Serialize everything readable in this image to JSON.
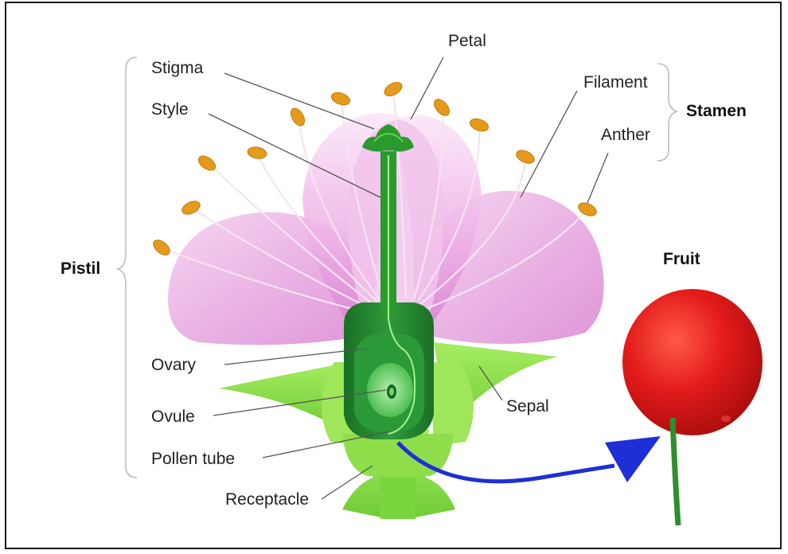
{
  "labels": {
    "petal": "Petal",
    "stigma": "Stigma",
    "style": "Style",
    "filament": "Filament",
    "anther": "Anther",
    "stamen": "Stamen",
    "pistil": "Pistil",
    "fruit": "Fruit",
    "ovary": "Ovary",
    "ovule": "Ovule",
    "sepal": "Sepal",
    "pollen_tube": "Pollen tube",
    "receptacle": "Receptacle"
  },
  "colors": {
    "petal": "#e9a6e3",
    "pistil_green": "#2c9a2c",
    "ovary_dark": "#1d7a2b",
    "sepal_light": "#8de04f",
    "anther": "#e69a1c",
    "fruit_red": "#d91616",
    "arrow_blue": "#1f2fd6"
  }
}
